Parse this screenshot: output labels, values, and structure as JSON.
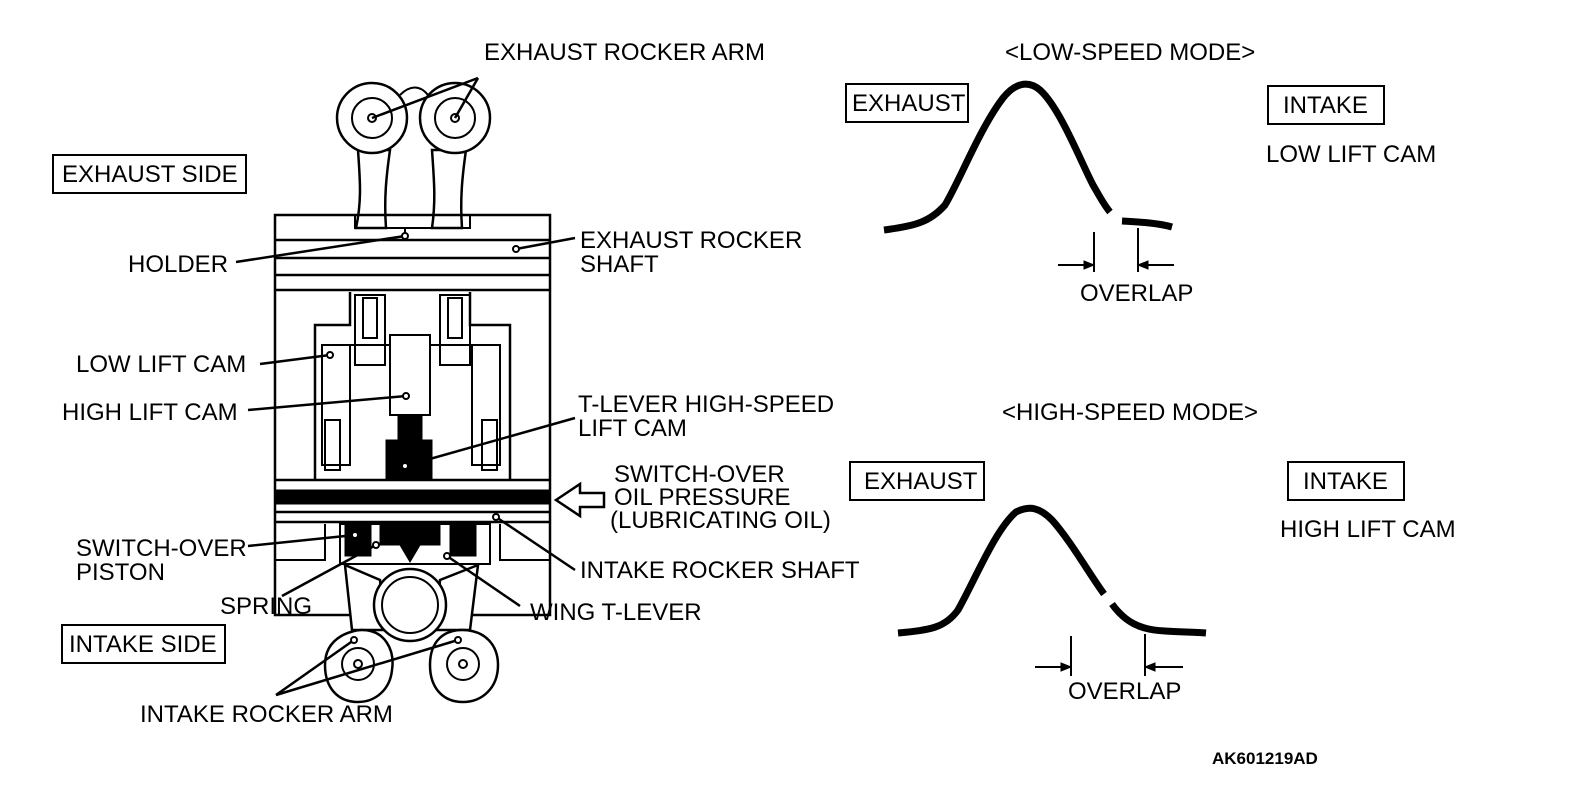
{
  "labels": {
    "exhaust_rocker_arm": "EXHAUST ROCKER ARM",
    "exhaust_side": "EXHAUST SIDE",
    "holder": "HOLDER",
    "exhaust_rocker_shaft_1": "EXHAUST ROCKER",
    "exhaust_rocker_shaft_2": "SHAFT",
    "low_lift_cam": "LOW LIFT CAM",
    "high_lift_cam": "HIGH LIFT CAM",
    "t_lever_1": "T-LEVER HIGH-SPEED",
    "t_lever_2": "LIFT CAM",
    "switch_over_oil_1": "SWITCH-OVER",
    "switch_over_oil_2": "OIL PRESSURE",
    "switch_over_oil_3": "(LUBRICATING OIL)",
    "switch_over_piston_1": "SWITCH-OVER",
    "switch_over_piston_2": "PISTON",
    "intake_rocker_shaft": "INTAKE ROCKER SHAFT",
    "spring": "SPRING",
    "wing_t_lever": "WING T-LEVER",
    "intake_side": "INTAKE SIDE",
    "intake_rocker_arm": "INTAKE ROCKER ARM"
  },
  "low_speed": {
    "title": "<LOW-SPEED MODE>",
    "exhaust": "EXHAUST",
    "intake": "INTAKE",
    "cam": "LOW LIFT CAM",
    "overlap": "OVERLAP"
  },
  "high_speed": {
    "title": "<HIGH-SPEED MODE>",
    "exhaust": "EXHAUST",
    "intake": "INTAKE",
    "cam": "HIGH LIFT CAM",
    "overlap": "OVERLAP"
  },
  "figure_code": "AK601219AD"
}
